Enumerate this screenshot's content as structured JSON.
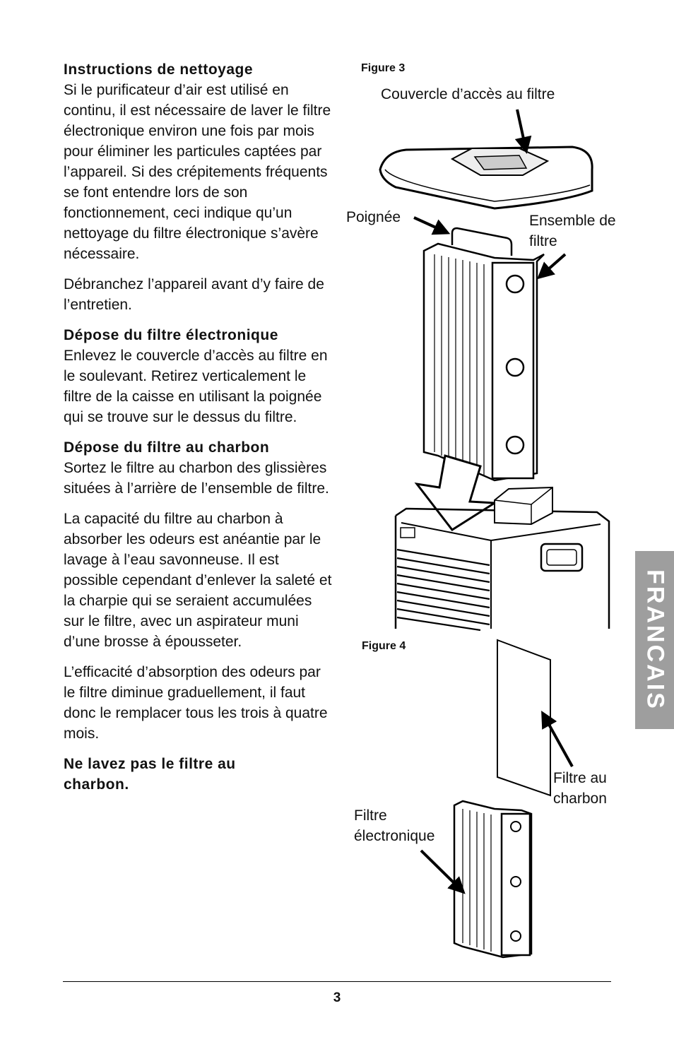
{
  "instructions": {
    "heading": "Instructions de nettoyage",
    "p1": "Si le purificateur d’air est utilisé en continu, il est nécessaire de laver le filtre électronique environ une fois par mois pour éliminer les particules captées par l’appareil. Si des crépitements fréquents se font entendre lors de son fonctionnement, ceci indique qu’un nettoyage du filtre électronique s’avère nécessaire.",
    "p2": "Débranchez l’appareil avant d’y faire de l’entretien."
  },
  "depose_electronique": {
    "heading": "Dépose du filtre électronique",
    "p1": "Enlevez le couvercle d’accès au filtre en le soulevant. Retirez verticalement le filtre de la caisse en utilisant la poignée qui se trouve sur le dessus du filtre."
  },
  "depose_charbon": {
    "heading": "Dépose du filtre au charbon",
    "p1": "Sortez le filtre au charbon des glissières situées à l’arrière de l’ensemble de filtre.",
    "p2": "La capacité du filtre au charbon à absorber les odeurs est anéantie par le lavage à l’eau savonneuse. Il est possible cependant d’enlever la saleté et la charpie qui se seraient accumulées sur le filtre, avec un aspirateur muni d’une brosse à épousseter.",
    "p3": "L’efficacité d’absorption des odeurs par le filtre diminue graduellement, il faut donc le remplacer tous les trois à quatre mois.",
    "warning": "Ne lavez pas le filtre au charbon."
  },
  "figure3": {
    "label": "Figure 3",
    "couvercle": "Couvercle d’accès au filtre",
    "poignee": "Poignée",
    "ensemble_line1": "Ensemble de",
    "ensemble_line2": "filtre"
  },
  "figure4": {
    "label": "Figure 4",
    "charbon_line1": "Filtre au",
    "charbon_line2": "charbon",
    "electronique_line1": "Filtre",
    "electronique_line2": "électronique"
  },
  "side_tab": "FRANCAIS",
  "page_number": "3"
}
